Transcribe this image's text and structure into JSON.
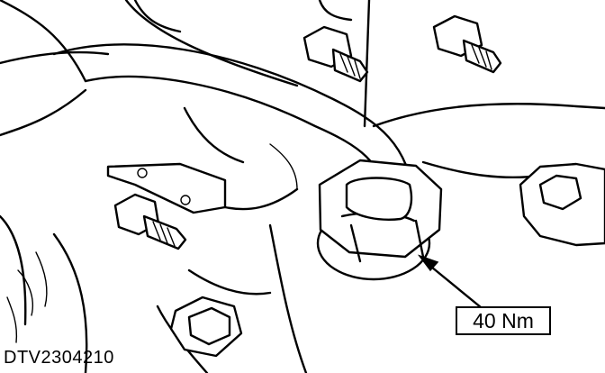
{
  "diagram": {
    "figure_id": "DTV2304210",
    "callouts": [
      {
        "label": "40 Nm",
        "target": "hex-nut"
      }
    ],
    "colors": {
      "line": "#000000",
      "background": "#ffffff"
    }
  }
}
